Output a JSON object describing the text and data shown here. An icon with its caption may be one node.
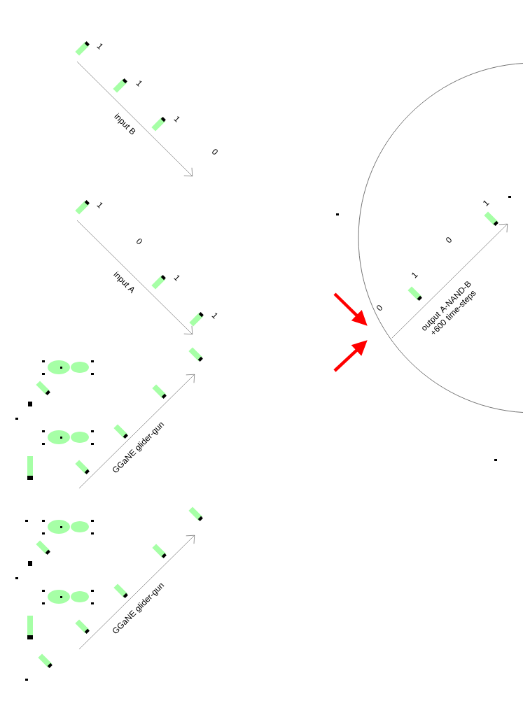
{
  "diagram": {
    "labels": [
      "1",
      "1",
      "1",
      "0",
      "input B",
      "1",
      "0",
      "1",
      "1",
      "input A",
      "GGaNE glider-gun",
      "GGaNE glider-gun",
      "0",
      "1",
      "0",
      "1",
      "output A-NAND-B +600 time-steps"
    ]
  }
}
